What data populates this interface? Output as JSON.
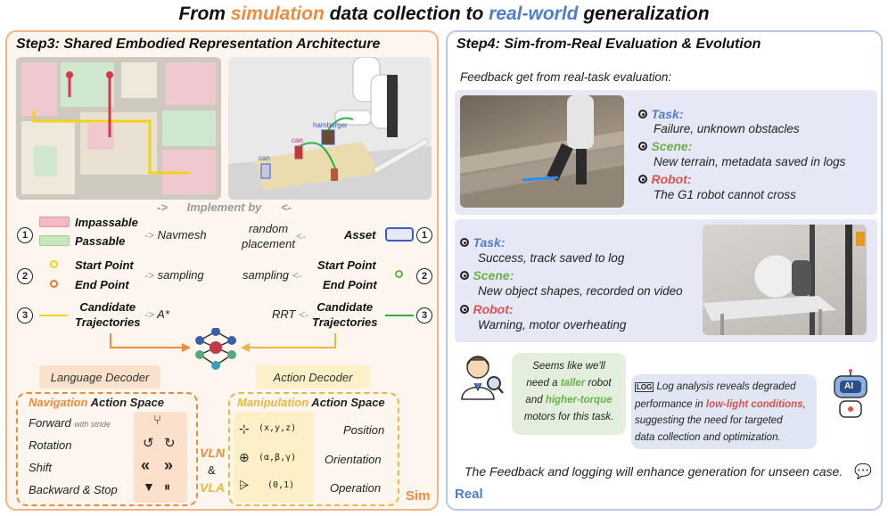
{
  "title": {
    "pre": "From ",
    "sim": "simulation",
    "mid": " data collection to ",
    "real": "real-world",
    "post": " generalization"
  },
  "left": {
    "step_title": "Step3: Shared Embodied Representation Architecture",
    "image_labels": {
      "hamburger": "hamburger",
      "can1": "can",
      "can2": "can"
    },
    "implement_by": "Implement by",
    "implement_left_arrow": "->",
    "implement_right_arrow": "<-",
    "rows": [
      {
        "num": "1",
        "items": [
          "Impassable",
          "Passable"
        ],
        "left_method": "Navmesh",
        "right_method": "random placement",
        "right_label": "Asset",
        "left_arrow": "->",
        "right_arrow": "<-"
      },
      {
        "num": "2",
        "items": [
          "Start Point",
          "End Point"
        ],
        "left_method": "sampling",
        "right_method": "sampling",
        "right_items": [
          "Start Point",
          "End Point"
        ],
        "left_arrow": "->",
        "right_arrow": "<-"
      },
      {
        "num": "3",
        "items": [
          "Candidate",
          "Trajectories"
        ],
        "left_method": "A*",
        "right_method": "RRT",
        "right_items": [
          "Candidate",
          "Trajectories"
        ],
        "left_arrow": "->",
        "right_arrow": "<-"
      }
    ],
    "language_decoder": "Language Decoder",
    "action_decoder": "Action Decoder",
    "nav_space": {
      "prefix": "Navigation",
      "suffix": " Action Space",
      "rows": [
        "Forward",
        "Rotation",
        "Shift",
        "Backward & Stop"
      ],
      "forward_note": "with stride"
    },
    "man_space": {
      "prefix": "Manipulation",
      "suffix": " Action Space",
      "rows": [
        "Position",
        "Orientation",
        "Operation"
      ],
      "params": [
        "(x,y,z)",
        "(α,β,γ)",
        "(0,1)"
      ]
    },
    "vln": "VLN",
    "amp": "&",
    "vla": "VLA",
    "corner": "Sim"
  },
  "right": {
    "step_title": "Step4: Sim-from-Real Evaluation & Evolution",
    "feedback_intro": "Feedback get from real-task evaluation:",
    "case1": [
      {
        "head": "Task:",
        "text": "Failure, unknown obstacles",
        "color": "#4f7ec8"
      },
      {
        "head": "Scene:",
        "text": "New terrain, metadata saved in logs",
        "color": "#6ab04c"
      },
      {
        "head": "Robot:",
        "text": "The G1 robot cannot cross",
        "color": "#d9534f"
      }
    ],
    "case2": [
      {
        "head": "Task:",
        "text": "Success, track saved to log",
        "color": "#4f7ec8"
      },
      {
        "head": "Scene:",
        "text": "New object shapes, recorded on video",
        "color": "#6ab04c"
      },
      {
        "head": "Robot:",
        "text": "Warning, motor overheating",
        "color": "#d9534f"
      }
    ],
    "bubble_green": {
      "l1": "Seems like we'll",
      "l2a": "need a ",
      "l2b": "taller",
      "l2c": " robot",
      "l3a": "and ",
      "l3b": "higher-torque",
      "l4": "motors for this task."
    },
    "bubble_blue": {
      "log": "LOG",
      "l1": " Log analysis reveals degraded",
      "l2a": "performance in ",
      "l2b": "low-light conditions",
      "l2c": ",",
      "l3": "suggesting the need for targeted",
      "l4": "data collection and optimization."
    },
    "ai_label": "AI",
    "footer": "The Feedback and logging will enhance generation for unseen case.",
    "corner": "Real"
  }
}
